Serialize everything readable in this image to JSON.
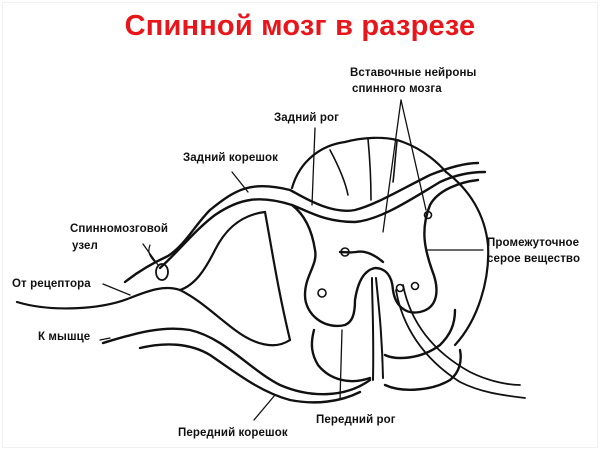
{
  "title": "Спинной мозг в разрезе",
  "colors": {
    "title": "#e8161b",
    "ink": "#111111",
    "background": "#ffffff"
  },
  "labels": {
    "interneurons_line1": "Вставочные нейроны",
    "interneurons_line2": "спинного мозга",
    "dorsal_horn": "Задний рог",
    "dorsal_root": "Задний корешок",
    "spinal_ganglion_line1": "Спинномозговой",
    "spinal_ganglion_line2": "узел",
    "from_receptor": "От рецептора",
    "to_muscle": "К мышце",
    "intermediate_gray_line1": "Промежуточное",
    "intermediate_gray_line2": "серое вещество",
    "ventral_root": "Передний корешок",
    "ventral_horn": "Передний рог"
  }
}
